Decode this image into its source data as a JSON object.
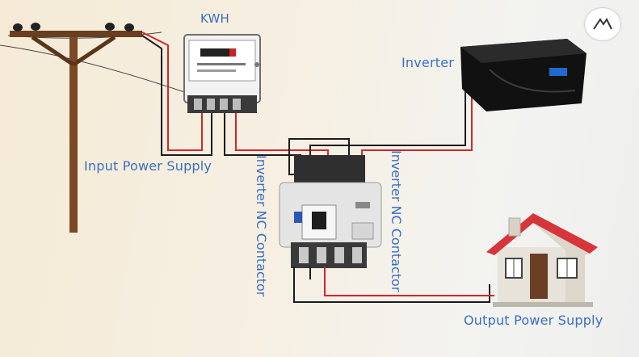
{
  "labels": {
    "kwh": "KWH",
    "inverter": "Inverter",
    "input_power_supply": "Input Power Supply",
    "contactor_left": "Inverter NC Contactor",
    "contactor_right": "Inverter NC Contactor",
    "output_power_supply": "Output Power Supply"
  },
  "colors": {
    "label_text": "#3a6fc2",
    "wire_red": "#d4262a",
    "wire_black": "#1b1b1b",
    "pole_wood": "#7a4a24",
    "roof_red": "#d8343b"
  },
  "icons": [
    "utility-pole-icon",
    "energy-meter-icon",
    "inverter-device-icon",
    "contactor-icon",
    "house-icon",
    "brand-logo-icon"
  ]
}
